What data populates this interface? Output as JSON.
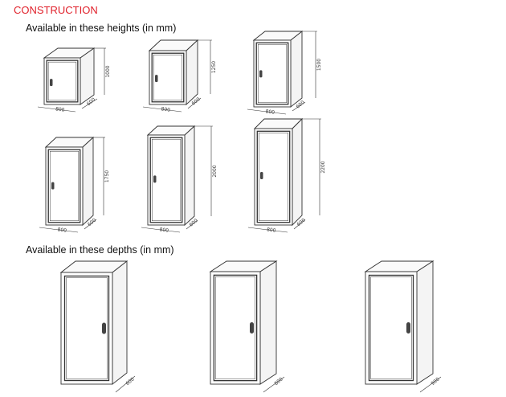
{
  "title": "CONSTRUCTION",
  "heights_heading": "Available in these heights (in mm)",
  "depths_heading": "Available in these depths (in mm)",
  "colors": {
    "title": "#e0202a",
    "line": "#333333"
  },
  "height_cabinets": [
    {
      "width": "800",
      "depth": "600",
      "height": "1000"
    },
    {
      "width": "800",
      "depth": "600",
      "height": "1250"
    },
    {
      "width": "800",
      "depth": "600",
      "height": "1500"
    },
    {
      "width": "800",
      "depth": "600",
      "height": "1750"
    },
    {
      "width": "800",
      "depth": "600",
      "height": "2000"
    },
    {
      "width": "800",
      "depth": "600",
      "height": "2200"
    }
  ],
  "depth_cabinets": [
    {
      "depth": "600"
    },
    {
      "depth": "800"
    },
    {
      "depth": "900"
    }
  ]
}
